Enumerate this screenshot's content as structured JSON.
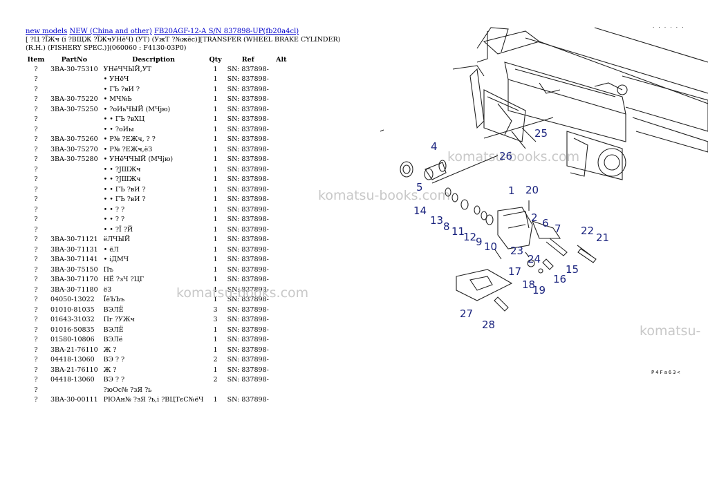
{
  "breadcrumb": {
    "links": [
      "new models",
      "NEW (China and other)",
      "FB20AGF-12-A S/N 837898-UP(fb20a4cl)"
    ]
  },
  "title": {
    "line1": "[ ?Ц ?ЇЖч (i ?ВЩЖ ?ЇЖчУНёЧ) (УТ) (УжТ ?№жёс)][TRANSFER (WHEEL BRAKE CYLINDER)",
    "line2": "(R.H.) (FISHERY SPEC.)](060060 : F4130-03P0)"
  },
  "table": {
    "headers": [
      "Item",
      "PartNo",
      "Description",
      "Qty",
      "Ref",
      "Alt"
    ],
    "rows": [
      [
        "?",
        "3BA-30-75310",
        "УНёЧЧЫЙ,УТ",
        "1",
        "SN: 837898-"
      ],
      [
        "?",
        "",
        "• УНёЧ",
        "1",
        "SN: 837898-"
      ],
      [
        "?",
        "",
        "• ГЪ ?вИ ?",
        "1",
        "SN: 837898-"
      ],
      [
        "?",
        "3BA-30-75220",
        "• МЧ№Ь",
        "1",
        "SN: 837898-"
      ],
      [
        "?",
        "3BA-30-75250",
        "• ?оИьЧЫЙ (МЧјю)",
        "1",
        "SN: 837898-"
      ],
      [
        "?",
        "",
        "• • ГЪ ?вХЦ",
        "1",
        "SN: 837898-"
      ],
      [
        "?",
        "",
        "• • ?оИы",
        "1",
        "SN: 837898-"
      ],
      [
        "?",
        "3BA-30-75260",
        "• Р№ ?ЕЖч, ? ?",
        "1",
        "SN: 837898-"
      ],
      [
        "?",
        "3BA-30-75270",
        "• Р№ ?ЕЖч,ёЗ",
        "1",
        "SN: 837898-"
      ],
      [
        "?",
        "3BA-30-75280",
        "• УНёЧЧЫЙ (МЧјю)",
        "1",
        "SN: 837898-"
      ],
      [
        "?",
        "",
        "• • ?ЈШЖч",
        "1",
        "SN: 837898-"
      ],
      [
        "?",
        "",
        "• • ?ЈШЖч",
        "1",
        "SN: 837898-"
      ],
      [
        "?",
        "",
        "• • ГЪ ?вИ ?",
        "1",
        "SN: 837898-"
      ],
      [
        "?",
        "",
        "• • ГЪ ?вИ ?",
        "1",
        "SN: 837898-"
      ],
      [
        "?",
        "",
        "• • ? ?",
        "1",
        "SN: 837898-"
      ],
      [
        "?",
        "",
        "• • ? ?",
        "1",
        "SN: 837898-"
      ],
      [
        "?",
        "",
        "• • ?Ї ?Й",
        "1",
        "SN: 837898-"
      ],
      [
        "?",
        "3BA-30-71121",
        "ёЛЧЫЙ",
        "1",
        "SN: 837898-"
      ],
      [
        "?",
        "3BA-30-71131",
        "• ёЛ",
        "1",
        "SN: 837898-"
      ],
      [
        "?",
        "3BA-30-71141",
        "• іДМЧ",
        "1",
        "SN: 837898-"
      ],
      [
        "?",
        "3BA-30-75150",
        "Пъ",
        "1",
        "SN: 837898-"
      ],
      [
        "?",
        "3BA-30-71170",
        "НЁ ?зЧ ?ЦГ",
        "1",
        "SN: 837898-"
      ],
      [
        "?",
        "3BA-30-71180",
        "ёЗ",
        "1",
        "SN: 837898-"
      ],
      [
        "?",
        "04050-13022",
        "ЇёЪЪъ",
        "1",
        "SN: 837898-"
      ],
      [
        "?",
        "01010-81035",
        "ВЭЛЁ",
        "3",
        "SN: 837898-"
      ],
      [
        "?",
        "01643-31032",
        "Пг ?УЖч",
        "3",
        "SN: 837898-"
      ],
      [
        "?",
        "01016-50835",
        "ВЭЛЁ",
        "1",
        "SN: 837898-"
      ],
      [
        "?",
        "01580-10806",
        "ВЭЛё",
        "1",
        "SN: 837898-"
      ],
      [
        "?",
        "3BA-21-76110",
        "Ж ?",
        "1",
        "SN: 837898-"
      ],
      [
        "?",
        "04418-13060",
        "ВЭ ? ?",
        "2",
        "SN: 837898-"
      ],
      [
        "?",
        "3BA-21-76110",
        "Ж ?",
        "1",
        "SN: 837898-"
      ],
      [
        "?",
        "04418-13060",
        "ВЭ ? ?",
        "2",
        "SN: 837898-"
      ],
      [
        "?",
        "",
        "?юОс№ ?зЯ ?ь",
        "",
        ""
      ],
      [
        "?",
        "3BA-30-00111",
        "РЮАн№ ?зЯ ?ь,і ?ВЦТєС№ёЧ",
        "1",
        "SN: 837898-"
      ]
    ]
  },
  "watermark": {
    "text": "komatsu-books.com",
    "text_cut": "komatsu-"
  },
  "diagram": {
    "callouts": [
      "1",
      "2",
      "4",
      "5",
      "6",
      "7",
      "8",
      "9",
      "10",
      "11",
      "12",
      "13",
      "14",
      "15",
      "16",
      "17",
      "18",
      "19",
      "20",
      "21",
      "22",
      "23",
      "24",
      "25",
      "26",
      "27",
      "28"
    ],
    "callout_color": "#1a237e",
    "code": "P4Fa63<",
    "corner_dots": ". . . . . ."
  }
}
